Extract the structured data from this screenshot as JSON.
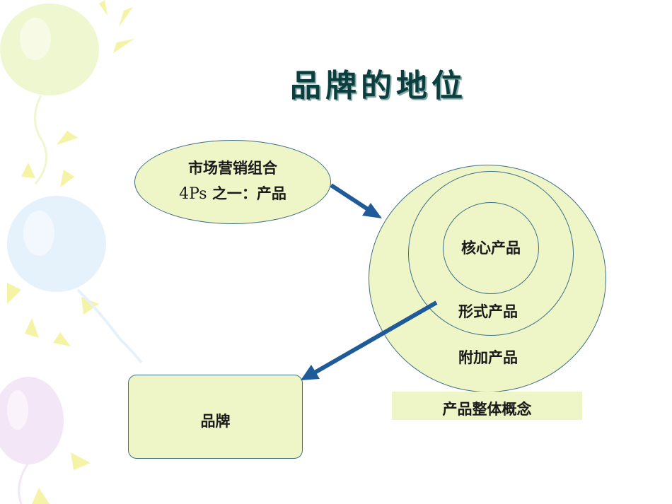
{
  "title": "品牌的地位",
  "marketing_mix": {
    "line1": "市场营销组合",
    "line2_prefix": "4Ps",
    "line2_rest": " 之一：产品"
  },
  "product_levels": {
    "core": "核心产品",
    "form": "形式产品",
    "augmented": "附加产品",
    "caption": "产品整体概念"
  },
  "brand": "品牌",
  "colors": {
    "fill": "#eef6c8",
    "border": "#3f6f86",
    "arrow": "#1f5a99",
    "title": "#0b3e3e"
  }
}
